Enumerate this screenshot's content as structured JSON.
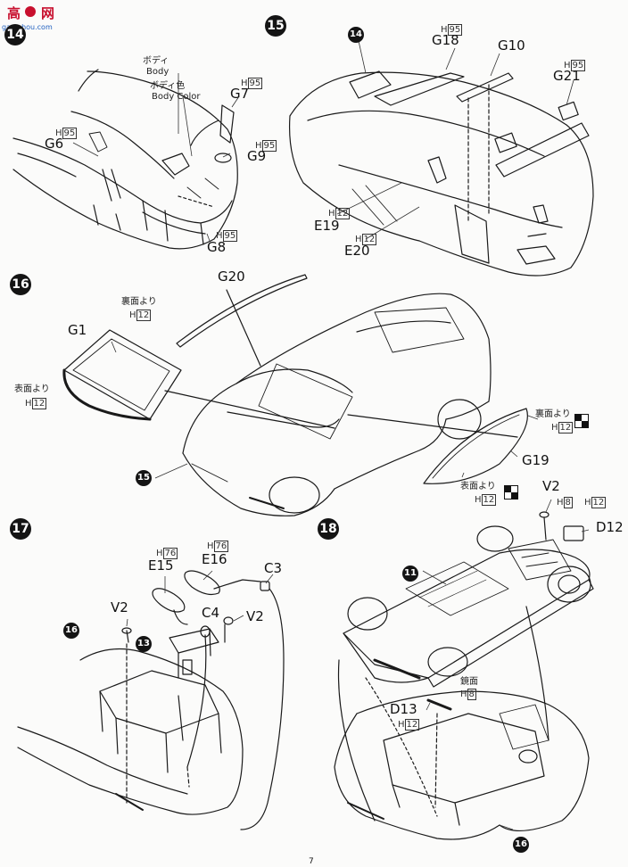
{
  "watermark": {
    "text_1": "高",
    "text_2": "网",
    "url": "gao-shou.com"
  },
  "step14": {
    "number": "14",
    "labels": {
      "body_jp": "ボディ",
      "body_en": "Body",
      "color_jp": "ボディ色",
      "color_en": "Body Color",
      "g7": "G7",
      "g7_paint": "H",
      "g7_code": "95",
      "g9": "G9",
      "g9_paint": "H",
      "g9_code": "95",
      "g6": "G6",
      "g6_paint": "H",
      "g6_code": "95",
      "g8": "G8",
      "g8_paint": "H",
      "g8_code": "95"
    }
  },
  "step15": {
    "number": "15",
    "ref_14": "14",
    "labels": {
      "g18": "G18",
      "g18_paint": "H",
      "g18_code": "95",
      "g10": "G10",
      "g21": "G21",
      "g21_paint": "H",
      "g21_code": "95",
      "e19": "E19",
      "e19_paint": "H",
      "e19_code": "12",
      "e20": "E20",
      "e20_paint": "H",
      "e20_code": "12"
    }
  },
  "step16": {
    "number": "16",
    "ref_15": "15",
    "labels": {
      "g20": "G20",
      "g1": "G1",
      "inside_jp": "裏面より",
      "inside_paint": "H",
      "inside_code": "12",
      "outside_jp": "表面より",
      "outside_paint": "H",
      "outside_code": "12",
      "g19": "G19",
      "g19_inside_jp": "裏面より",
      "g19_inside_paint": "H",
      "g19_inside_code": "12",
      "g19_outside_jp": "表面より",
      "g19_outside_paint": "H",
      "g19_outside_code": "12"
    }
  },
  "step17": {
    "number": "17",
    "ref_16": "16",
    "ref_13": "13",
    "labels": {
      "e15": "E15",
      "e15_paint": "H",
      "e15_code": "76",
      "e16": "E16",
      "e16_paint": "H",
      "e16_code": "76",
      "c3": "C3",
      "v2a": "V2",
      "c4": "C4",
      "v2b": "V2"
    }
  },
  "step18": {
    "number": "18",
    "ref_11": "11",
    "ref_16": "16",
    "labels": {
      "v2": "V2",
      "h8_paint": "H",
      "h8_code": "8",
      "h12_paint": "H",
      "h12_code": "12",
      "d12": "D12",
      "d13": "D13",
      "d13_paint": "H",
      "d13_code": "12",
      "mirror_jp": "鏡面",
      "mirror_paint": "H",
      "mirror_code": "8"
    }
  },
  "page_number": "7"
}
